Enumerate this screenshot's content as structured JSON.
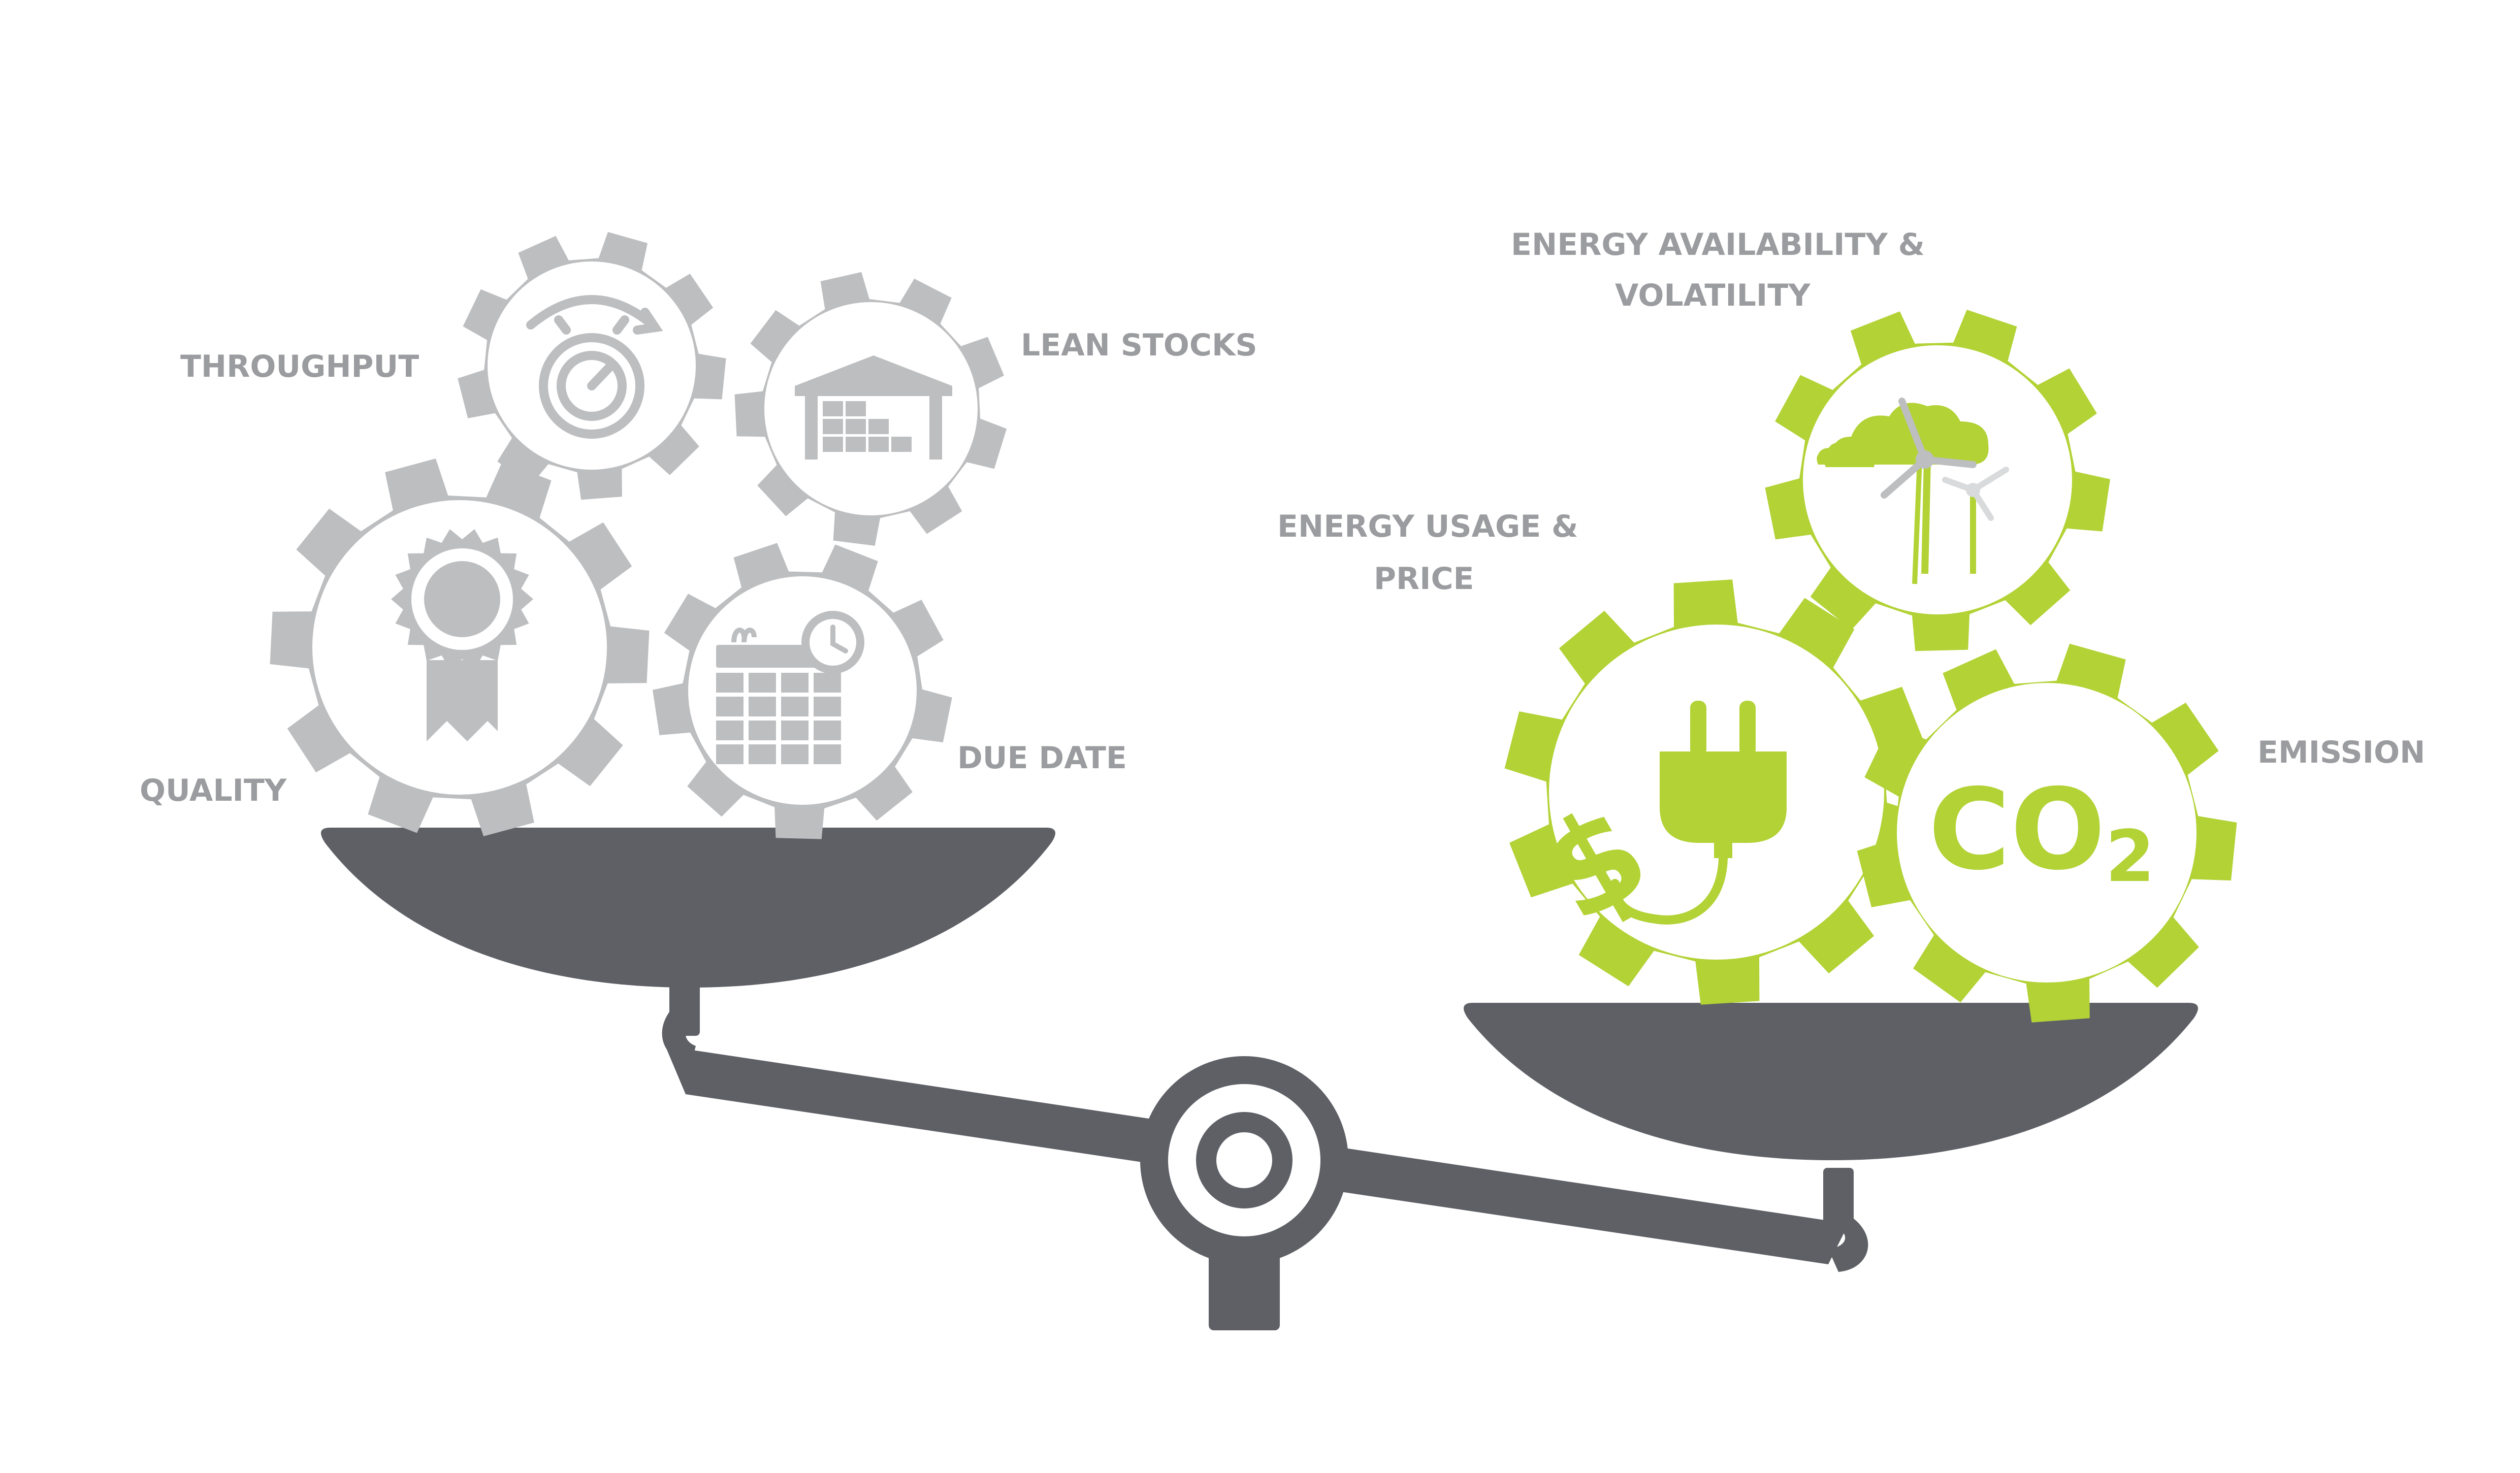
{
  "colors": {
    "gray_gear": "#BDBEC0",
    "green_gear": "#B2D235",
    "scale_dark": "#5E6066",
    "label_gray": "#9B9C9F",
    "background": "#FFFFFF"
  },
  "labels": {
    "throughput": "THROUGHPUT",
    "lean_stocks": "LEAN STOCKS",
    "quality": "QUALITY",
    "due_date": "DUE DATE",
    "energy_availability_line1": "ENERGY AVAILABILITY &",
    "energy_availability_line2": "VOLATILITY",
    "energy_usage_line1": "ENERGY USAGE &",
    "energy_usage_line2": "PRICE",
    "emission": "EMISSION"
  },
  "co2": {
    "main": "CO",
    "sub": "2"
  },
  "icons": {
    "throughput": "stopwatch-icon",
    "lean_stocks": "warehouse-icon",
    "quality": "award-ribbon-icon",
    "due_date": "calendar-clock-icon",
    "energy_availability": "wind-turbine-icon",
    "energy_usage": "plug-dollar-icon",
    "emission": "co2-icon"
  }
}
